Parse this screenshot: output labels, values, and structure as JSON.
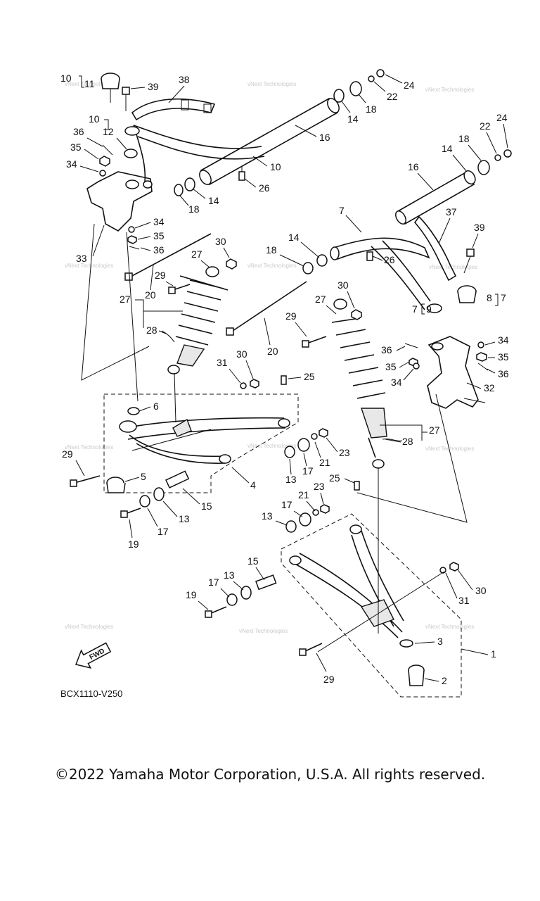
{
  "diagram": {
    "code": "BCX1110-V250",
    "fwd_label": "FWD",
    "watermark_text": "vNext Technologies",
    "callouts": [
      "1",
      "2",
      "3",
      "4",
      "5",
      "6",
      "7",
      "8",
      "9",
      "10",
      "11",
      "12",
      "13",
      "14",
      "15",
      "16",
      "17",
      "18",
      "19",
      "20",
      "21",
      "22",
      "23",
      "24",
      "25",
      "26",
      "27",
      "28",
      "29",
      "30",
      "31",
      "32",
      "33",
      "34",
      "35",
      "36",
      "37",
      "38",
      "39"
    ]
  },
  "footer": {
    "copyright": "©2022 Yamaha Motor Corporation, U.S.A. All rights reserved."
  }
}
